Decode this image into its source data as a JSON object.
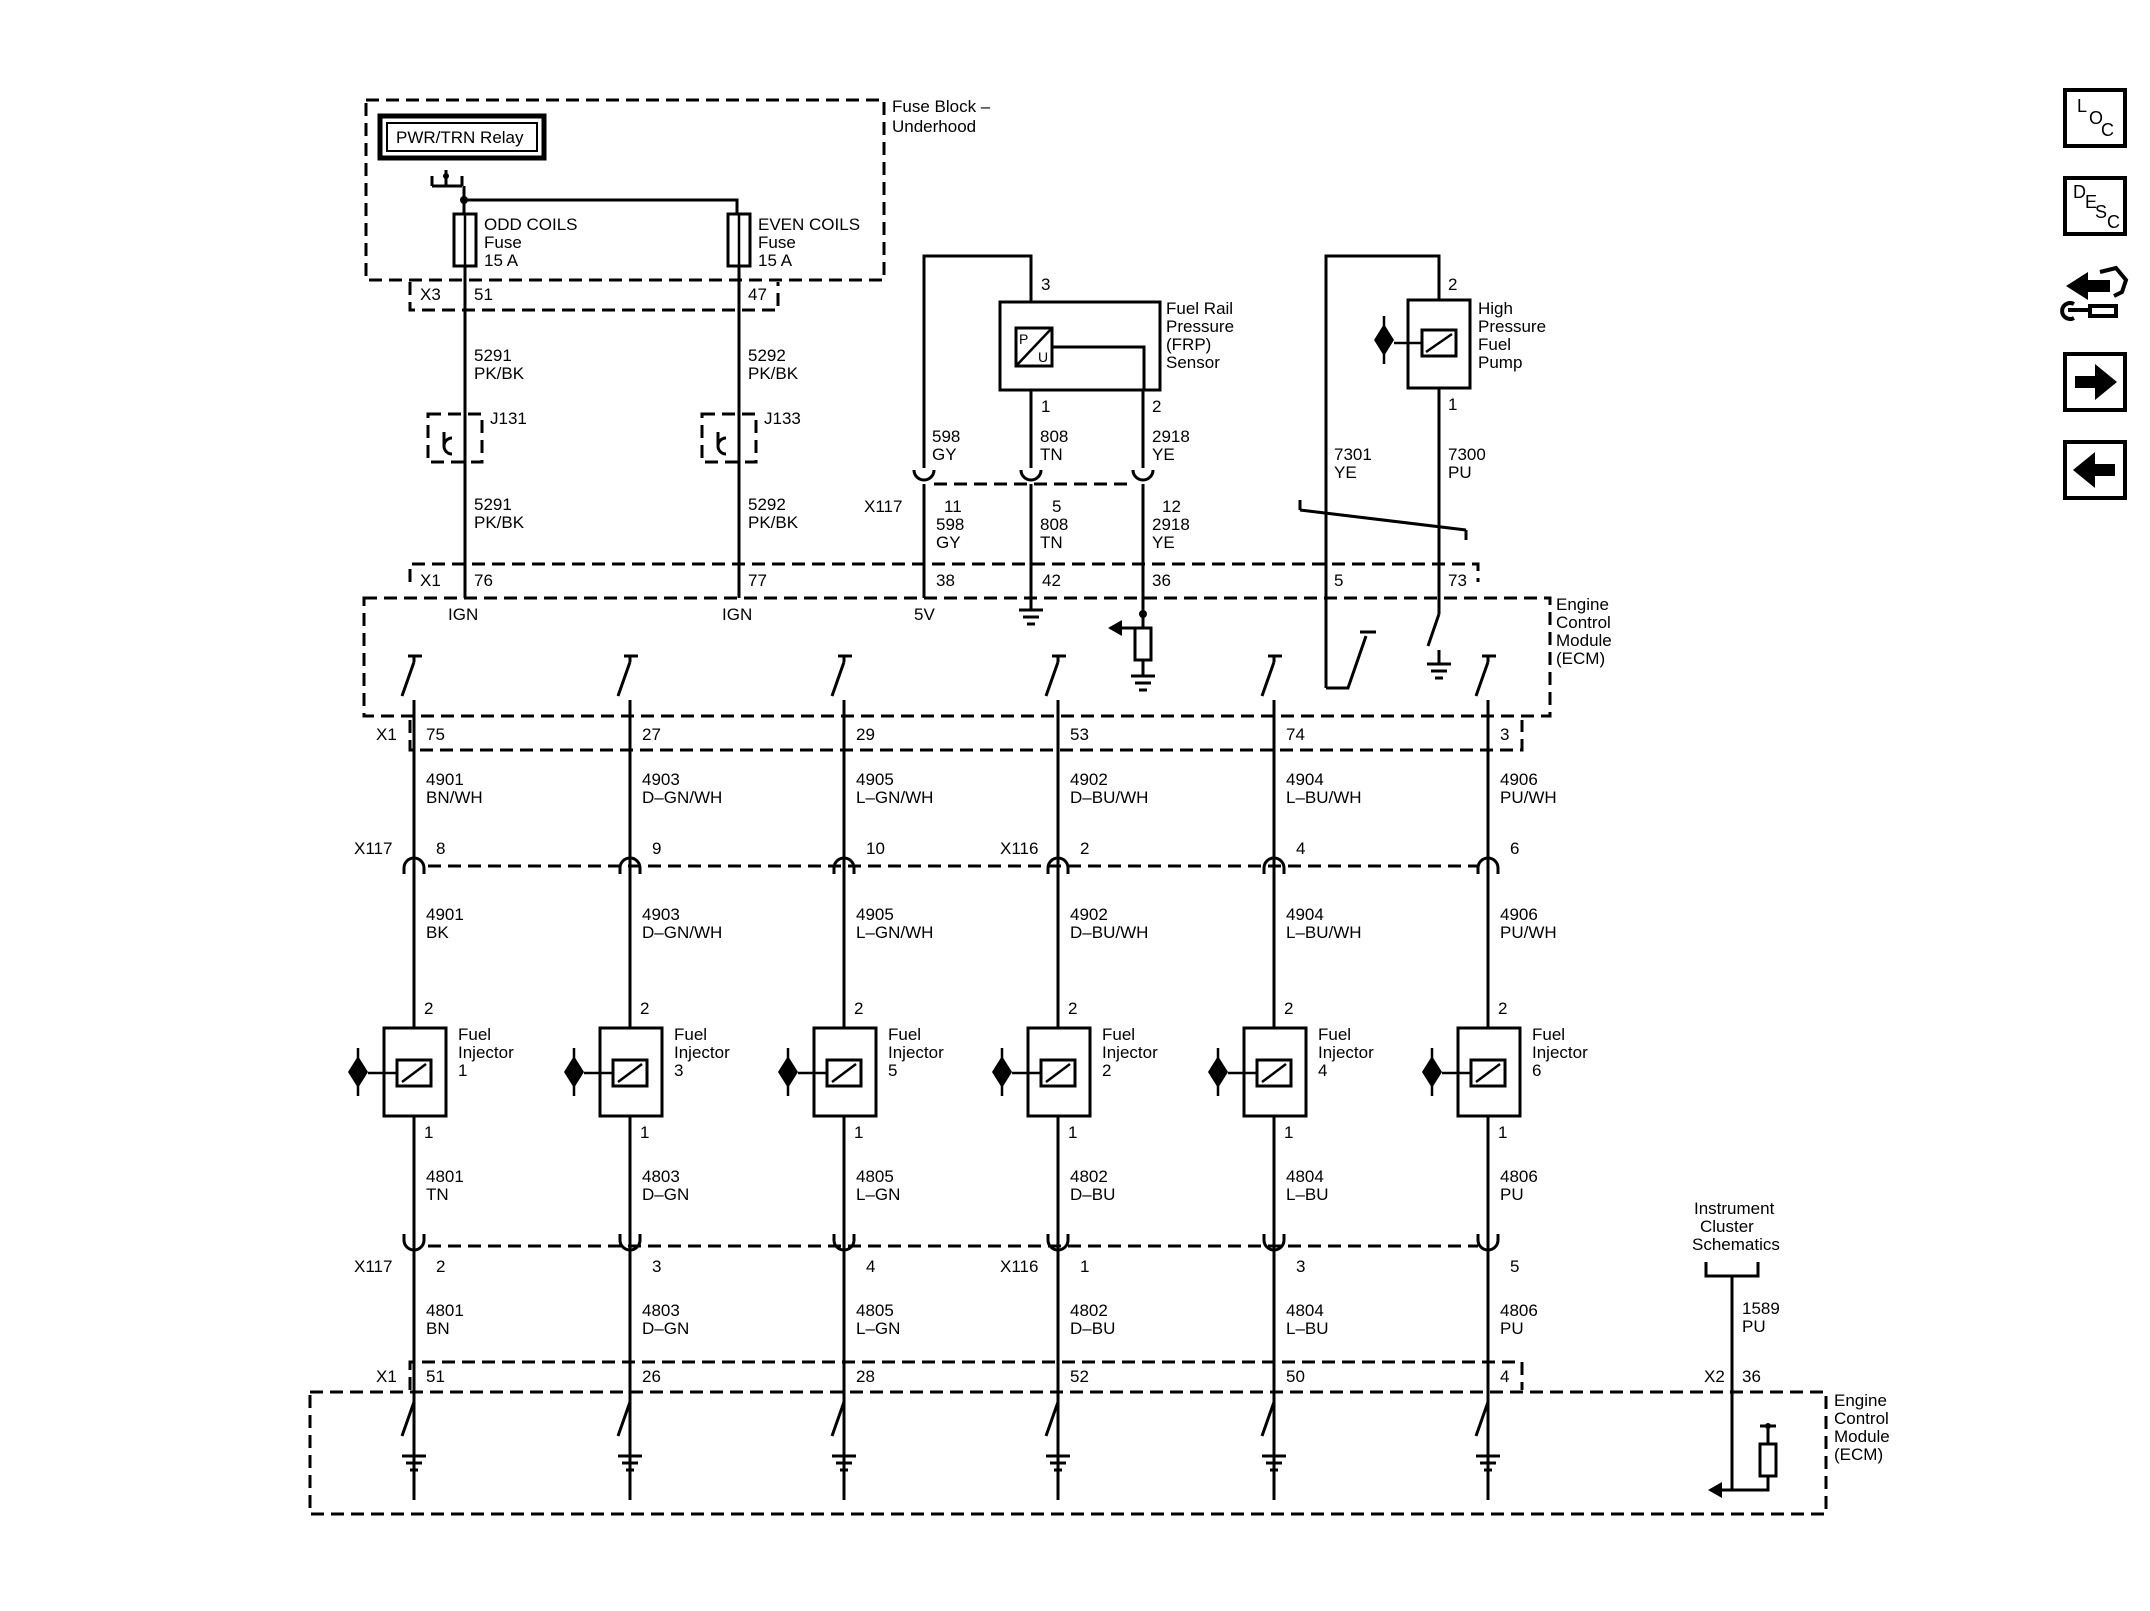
{
  "fuse_block": {
    "title": "Fuse Block –",
    "title2": "Underhood",
    "relay": "PWR/TRN Relay",
    "odd_fuse": {
      "name": "ODD COILS",
      "type": "Fuse",
      "rating": "15 A",
      "pin": "51"
    },
    "even_fuse": {
      "name": "EVEN COILS",
      "type": "Fuse",
      "rating": "15 A",
      "pin": "47"
    },
    "connector": "X3"
  },
  "ign_wires": [
    {
      "upper_circuit": "5291",
      "upper_color": "PK/BK",
      "splice": "J131",
      "lower_circuit": "5291",
      "lower_color": "PK/BK",
      "ecm_pin": "76",
      "ecm_label": "IGN"
    },
    {
      "upper_circuit": "5292",
      "upper_color": "PK/BK",
      "splice": "J133",
      "lower_circuit": "5292",
      "lower_color": "PK/BK",
      "ecm_pin": "77",
      "ecm_label": "IGN"
    }
  ],
  "frp_sensor": {
    "name1": "Fuel Rail",
    "name2": "Pressure",
    "name3": "(FRP)",
    "name4": "Sensor",
    "symbol_p": "P",
    "symbol_u": "U",
    "pins": [
      "3",
      "1",
      "2"
    ],
    "wires": [
      {
        "circuit": "598",
        "color": "GY",
        "x117_pin": "11",
        "ecm_pin": "38",
        "ecm_label": "5V"
      },
      {
        "circuit": "808",
        "color": "TN",
        "x117_pin": "5",
        "ecm_pin": "42"
      },
      {
        "circuit": "2918",
        "color": "YE",
        "x117_pin": "12",
        "ecm_pin": "36"
      }
    ]
  },
  "hp_pump": {
    "name1": "High",
    "name2": "Pressure",
    "name3": "Fuel",
    "name4": "Pump",
    "pin_top": "2",
    "pin_bottom": "1",
    "wires": [
      {
        "circuit": "7301",
        "color": "YE",
        "ecm_pin": "5"
      },
      {
        "circuit": "7300",
        "color": "PU",
        "ecm_pin": "73"
      }
    ]
  },
  "ecm_label": {
    "line1": "Engine",
    "line2": "Control",
    "line3": "Module",
    "line4": "(ECM)"
  },
  "connectors": {
    "x1": "X1",
    "x117": "X117",
    "x116": "X116",
    "x2": "X2"
  },
  "injectors": [
    {
      "name": "Fuel",
      "name2": "Injector",
      "num": "1",
      "ecm_top_pin": "75",
      "ctl_circuit": "4901",
      "ctl_color": "BN/WH",
      "mid_conn": "X117",
      "mid_pin": "8",
      "ctl2_circuit": "4901",
      "ctl2_color": "BK",
      "pin_top": "2",
      "pin_bottom": "1",
      "pwr_circuit": "4801",
      "pwr_color": "TN",
      "low_conn": "X117",
      "low_pin": "2",
      "pwr2_circuit": "4801",
      "pwr2_color": "BN",
      "ecm_low_pin": "51"
    },
    {
      "name": "Fuel",
      "name2": "Injector",
      "num": "3",
      "ecm_top_pin": "27",
      "ctl_circuit": "4903",
      "ctl_color": "D–GN/WH",
      "mid_conn": "",
      "mid_pin": "9",
      "ctl2_circuit": "4903",
      "ctl2_color": "D–GN/WH",
      "pin_top": "2",
      "pin_bottom": "1",
      "pwr_circuit": "4803",
      "pwr_color": "D–GN",
      "low_conn": "",
      "low_pin": "3",
      "pwr2_circuit": "4803",
      "pwr2_color": "D–GN",
      "ecm_low_pin": "26"
    },
    {
      "name": "Fuel",
      "name2": "Injector",
      "num": "5",
      "ecm_top_pin": "29",
      "ctl_circuit": "4905",
      "ctl_color": "L–GN/WH",
      "mid_conn": "",
      "mid_pin": "10",
      "ctl2_circuit": "4905",
      "ctl2_color": "L–GN/WH",
      "pin_top": "2",
      "pin_bottom": "1",
      "pwr_circuit": "4805",
      "pwr_color": "L–GN",
      "low_conn": "",
      "low_pin": "4",
      "pwr2_circuit": "4805",
      "pwr2_color": "L–GN",
      "ecm_low_pin": "28"
    },
    {
      "name": "Fuel",
      "name2": "Injector",
      "num": "2",
      "ecm_top_pin": "53",
      "ctl_circuit": "4902",
      "ctl_color": "D–BU/WH",
      "mid_conn": "X116",
      "mid_pin": "2",
      "ctl2_circuit": "4902",
      "ctl2_color": "D–BU/WH",
      "pin_top": "2",
      "pin_bottom": "1",
      "pwr_circuit": "4802",
      "pwr_color": "D–BU",
      "low_conn": "X116",
      "low_pin": "1",
      "pwr2_circuit": "4802",
      "pwr2_color": "D–BU",
      "ecm_low_pin": "52"
    },
    {
      "name": "Fuel",
      "name2": "Injector",
      "num": "4",
      "ecm_top_pin": "74",
      "ctl_circuit": "4904",
      "ctl_color": "L–BU/WH",
      "mid_conn": "",
      "mid_pin": "4",
      "ctl2_circuit": "4904",
      "ctl2_color": "L–BU/WH",
      "pin_top": "2",
      "pin_bottom": "1",
      "pwr_circuit": "4804",
      "pwr_color": "L–BU",
      "low_conn": "",
      "low_pin": "3",
      "pwr2_circuit": "4804",
      "pwr2_color": "L–BU",
      "ecm_low_pin": "50"
    },
    {
      "name": "Fuel",
      "name2": "Injector",
      "num": "6",
      "ecm_top_pin": "3",
      "ctl_circuit": "4906",
      "ctl_color": "PU/WH",
      "mid_conn": "",
      "mid_pin": "6",
      "ctl2_circuit": "4906",
      "ctl2_color": "PU/WH",
      "pin_top": "2",
      "pin_bottom": "1",
      "pwr_circuit": "4806",
      "pwr_color": "PU",
      "low_conn": "",
      "low_pin": "5",
      "pwr2_circuit": "4806",
      "pwr2_color": "PU",
      "ecm_low_pin": "4"
    }
  ],
  "instrument_cluster": {
    "line1": "Instrument",
    "line2": "Cluster",
    "line3": "Schematics",
    "circuit": "1589",
    "color": "PU",
    "connector": "X2",
    "pin": "36"
  },
  "nav_buttons": [
    {
      "name": "loc-button",
      "l1": "L",
      "l2": "O",
      "l3": "C"
    },
    {
      "name": "desc-button",
      "l1": "D",
      "l2": "E",
      "l3": "S",
      "l4": "C"
    },
    {
      "name": "connector-view-button",
      "icon": "connector-wrench-icon"
    },
    {
      "name": "next-page-button",
      "icon": "arrow-right-icon"
    },
    {
      "name": "previous-page-button",
      "icon": "arrow-left-icon"
    }
  ]
}
